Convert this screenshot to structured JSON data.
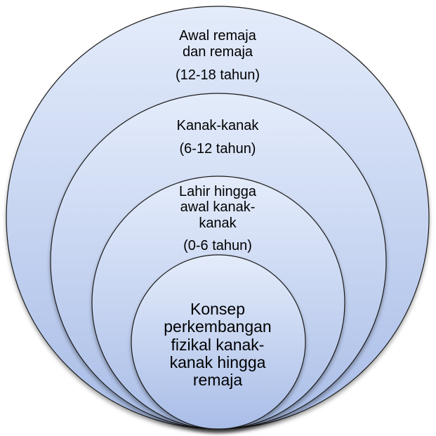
{
  "diagram": {
    "colors": {
      "fill_top": "#e4ecfb",
      "fill_bottom": "#a9bde7",
      "stroke": "#1c1c1c"
    },
    "outer": {
      "lines": [
        "Awal remaja",
        "dan remaja"
      ],
      "range": "(12-18 tahun)"
    },
    "middle": {
      "lines": [
        "Kanak-kanak"
      ],
      "range": "(6-12 tahun)"
    },
    "inner": {
      "lines": [
        "Lahir hingga",
        "awal kanak-",
        "kanak"
      ],
      "range": "(0-6 tahun)"
    },
    "core": {
      "lines": [
        "Konsep",
        "perkembangan",
        "fizikal kanak-",
        "kanak hingga",
        "remaja"
      ]
    }
  }
}
